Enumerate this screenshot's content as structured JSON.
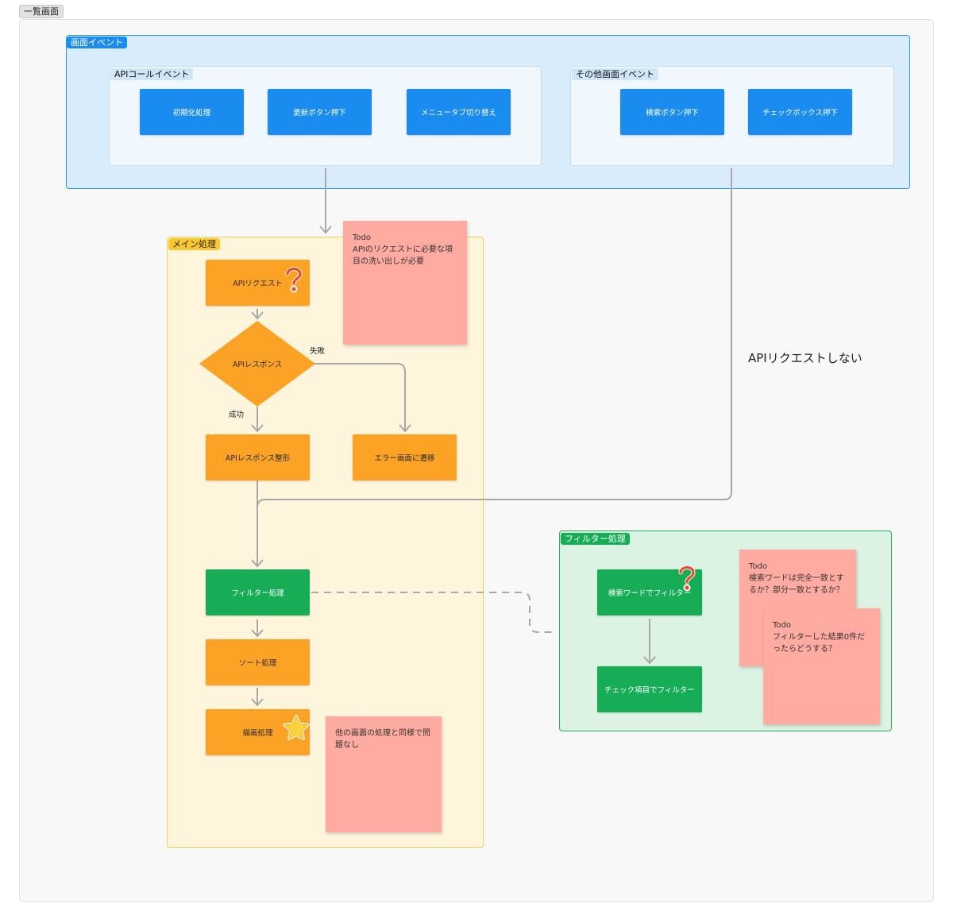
{
  "page": {
    "title": "一覧画面"
  },
  "screen_events": {
    "label": "画面イベント",
    "api_call_events": {
      "label": "APIコールイベント",
      "buttons": [
        "初期化処理",
        "更新ボタン押下",
        "メニュータブ切り替え"
      ]
    },
    "other_events": {
      "label": "その他画面イベント",
      "buttons": [
        "検索ボタン押下",
        "チェックボックス押下"
      ]
    }
  },
  "main_process": {
    "label": "メイン処理",
    "api_request": "APIリクエスト",
    "api_response": "APIレスポンス",
    "success_label": "成功",
    "failure_label": "失敗",
    "format_response": "APIレスポンス整形",
    "error_transition": "エラー画面に遷移",
    "filter": "フィルター処理",
    "sort": "ソート処理",
    "render": "描画処理"
  },
  "filter_process": {
    "label": "フィルター処理",
    "search_filter": "検索ワードでフィルター",
    "check_filter": "チェック項目でフィルター"
  },
  "no_request_label": "APIリクエストしない",
  "stickies": {
    "todo_api": "Todo\nAPIのリクエストに必要な項目の洗い出しが必要",
    "no_problem": "他の画面の処理と同様で問題なし",
    "todo_search": "Todo\n検索ワードは完全一致とするか？部分一致とするか？",
    "todo_zero": "Todo\nフィルターした結果0件だったらどうする？"
  },
  "colors": {
    "blue": "#1a8cf0",
    "orange": "#fca326",
    "green": "#16ad56",
    "sticky": "#ffaba1",
    "arrow": "#a8a8a8"
  },
  "icons": {
    "question": "question-icon",
    "star": "star-icon"
  }
}
